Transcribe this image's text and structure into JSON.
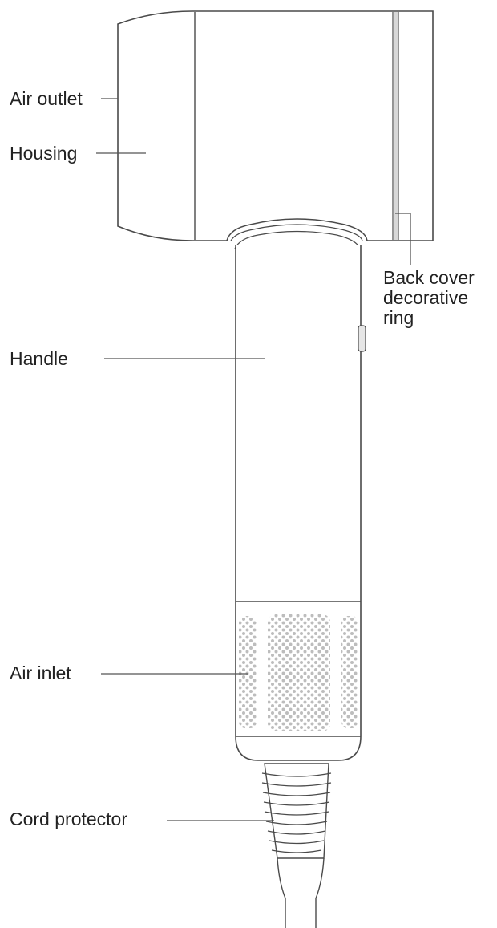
{
  "colors": {
    "outline": "#4a4a4a",
    "leader": "#555555",
    "mesh": "#b8b8b8",
    "text": "#222222",
    "background": "#ffffff"
  },
  "labels": {
    "air_outlet": "Air outlet",
    "housing": "Housing",
    "back_cover_ring": [
      "Back cover",
      "decorative",
      "ring"
    ],
    "handle": "Handle",
    "air_inlet": "Air inlet",
    "cord_protector": "Cord protector"
  }
}
